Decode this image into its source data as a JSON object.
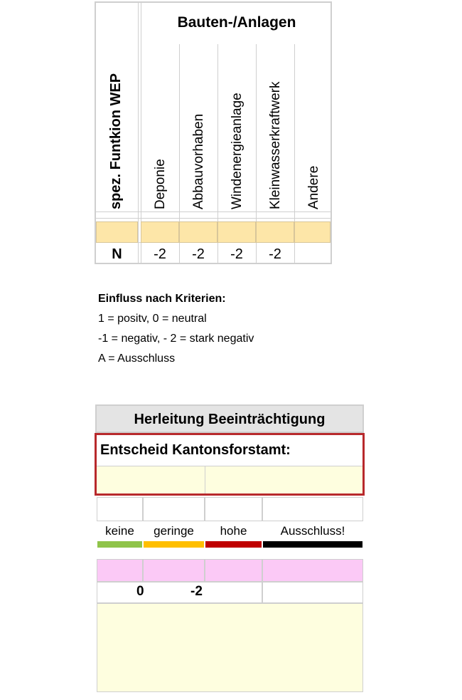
{
  "top_table": {
    "title": "Bauten-/Anlagen",
    "row_header": "spez. Funtkion WEP",
    "columns": [
      "Deponie",
      "Abbauvorhaben",
      "Windenergieanlage",
      "Kleinwasserkraftwerk",
      "Andere"
    ],
    "row_label": "N",
    "values": [
      "-2",
      "-2",
      "-2",
      "-2",
      ""
    ]
  },
  "legend": {
    "heading": "Einfluss nach Kriterien:",
    "lines": [
      "1 = positv, 0 = neutral",
      "-1 = negativ, - 2 = stark negativ",
      "A = Ausschluss"
    ]
  },
  "bottom": {
    "title": "Herleitung Beeinträchtigung",
    "decision_label": "Entscheid Kantonsforstamt:",
    "levels": [
      {
        "label": "keine",
        "color": "#8fc44a"
      },
      {
        "label": "geringe",
        "color": "#ffbf00"
      },
      {
        "label": "hohe",
        "color": "#c00000"
      },
      {
        "label": "Ausschluss!",
        "color": "#000000"
      }
    ],
    "scores": [
      "0",
      "-2"
    ]
  }
}
